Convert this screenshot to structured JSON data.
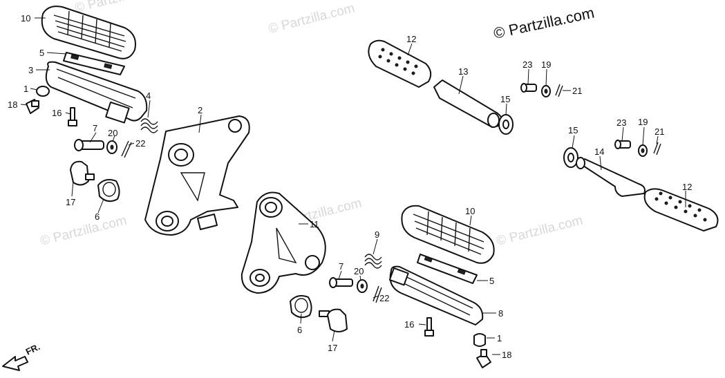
{
  "watermark": "© Partzilla.com",
  "copyright": "© Partzilla.com",
  "direction_label": "FR.",
  "callouts": [
    {
      "id": "c10a",
      "text": "10"
    },
    {
      "id": "c5a",
      "text": "5"
    },
    {
      "id": "c3",
      "text": "3"
    },
    {
      "id": "c1a",
      "text": "1"
    },
    {
      "id": "c18a",
      "text": "18"
    },
    {
      "id": "c16a",
      "text": "16"
    },
    {
      "id": "c4",
      "text": "4"
    },
    {
      "id": "c2",
      "text": "2"
    },
    {
      "id": "c7a",
      "text": "7"
    },
    {
      "id": "c20a",
      "text": "20"
    },
    {
      "id": "c22a",
      "text": "22"
    },
    {
      "id": "c17a",
      "text": "17"
    },
    {
      "id": "c6a",
      "text": "6"
    },
    {
      "id": "c12a",
      "text": "12"
    },
    {
      "id": "c13",
      "text": "13"
    },
    {
      "id": "c15a",
      "text": "15"
    },
    {
      "id": "c23a",
      "text": "23"
    },
    {
      "id": "c19a",
      "text": "19"
    },
    {
      "id": "c21a",
      "text": "21"
    },
    {
      "id": "c15b",
      "text": "15"
    },
    {
      "id": "c23b",
      "text": "23"
    },
    {
      "id": "c19b",
      "text": "19"
    },
    {
      "id": "c21b",
      "text": "21"
    },
    {
      "id": "c14",
      "text": "14"
    },
    {
      "id": "c12b",
      "text": "12"
    },
    {
      "id": "c11",
      "text": "11"
    },
    {
      "id": "c10b",
      "text": "10"
    },
    {
      "id": "c9",
      "text": "9"
    },
    {
      "id": "c7b",
      "text": "7"
    },
    {
      "id": "c20b",
      "text": "20"
    },
    {
      "id": "c5b",
      "text": "5"
    },
    {
      "id": "c22b",
      "text": "22"
    },
    {
      "id": "c8",
      "text": "8"
    },
    {
      "id": "c16b",
      "text": "16"
    },
    {
      "id": "c1b",
      "text": "1"
    },
    {
      "id": "c18b",
      "text": "18"
    },
    {
      "id": "c6b",
      "text": "6"
    },
    {
      "id": "c17b",
      "text": "17"
    }
  ]
}
